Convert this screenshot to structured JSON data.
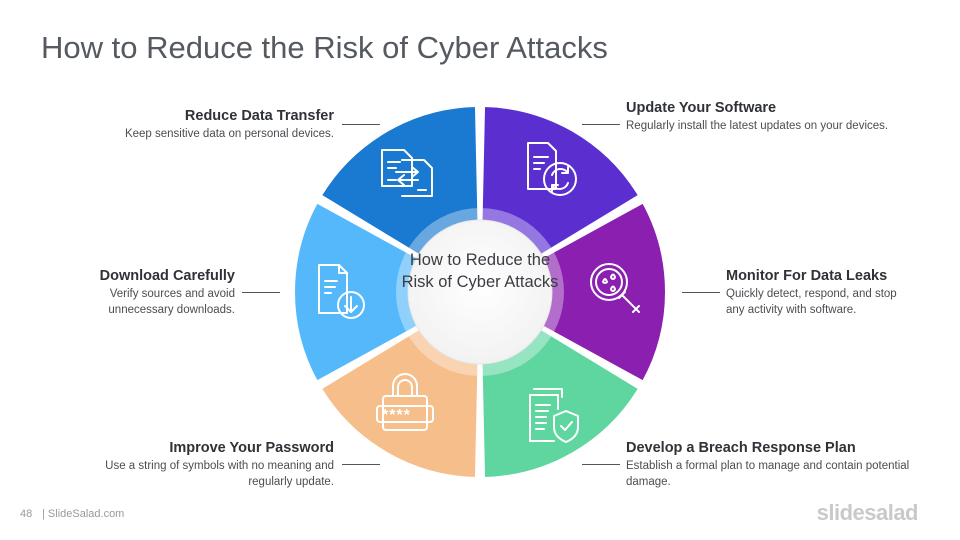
{
  "title": "How to Reduce the Risk of Cyber Attacks",
  "center_label": "How to Reduce the Risk of Cyber Attacks",
  "segments": [
    {
      "heading": "Update Your Software",
      "text": "Regularly install the latest updates on your devices.",
      "color": "#5b2ecf",
      "icon": "document-refresh-icon"
    },
    {
      "heading": "Monitor For Data Leaks",
      "text": "Quickly detect, respond, and stop any activity with software.",
      "color": "#8a1fb0",
      "icon": "magnifier-droplet-icon"
    },
    {
      "heading": "Develop a Breach Response Plan",
      "text": "Establish a formal plan to manage and contain potential damage.",
      "color": "#5fd6a0",
      "icon": "document-shield-icon"
    },
    {
      "heading": "Improve Your Password",
      "text": "Use a string of symbols with no meaning and regularly update.",
      "color": "#f6be8b",
      "icon": "padlock-password-icon"
    },
    {
      "heading": "Download Carefully",
      "text": "Verify sources and avoid unnecessary downloads.",
      "color": "#55b8fa",
      "icon": "document-download-icon"
    },
    {
      "heading": "Reduce Data Transfer",
      "text": "Keep sensitive data on personal devices.",
      "color": "#1a79d0",
      "icon": "document-transfer-icon"
    }
  ],
  "footer": {
    "page": "48",
    "site": "| SlideSalad.com",
    "brand": "slidesalad"
  }
}
